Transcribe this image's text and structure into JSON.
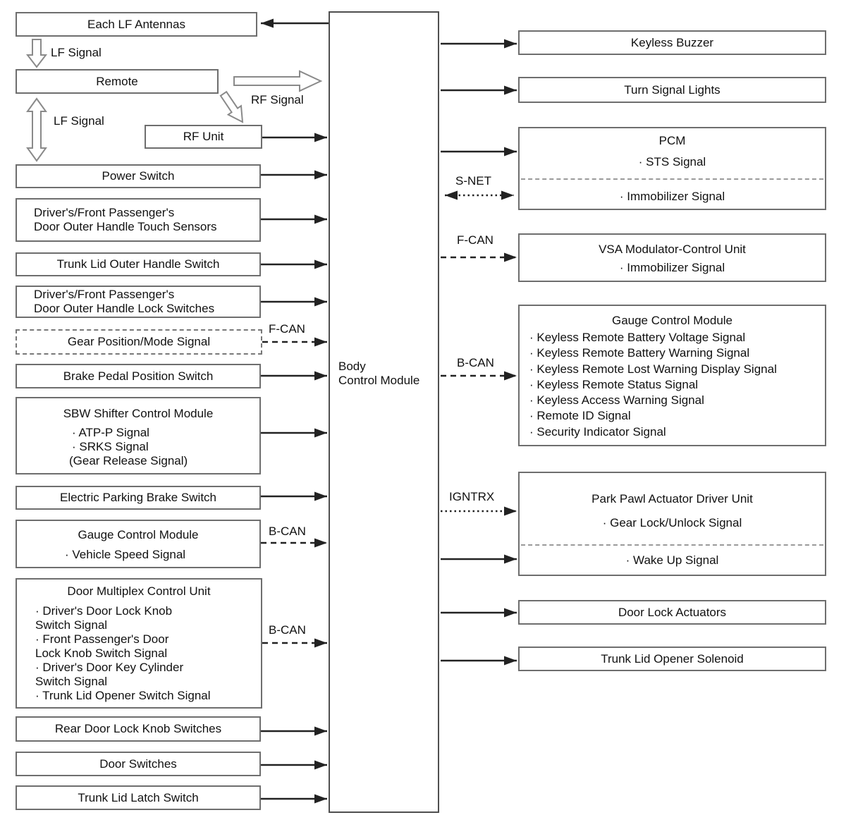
{
  "center_module": {
    "title_lines": [
      "Body",
      "Control Module"
    ]
  },
  "signal_labels": {
    "lf_signal_top": "LF Signal",
    "lf_signal_mid": "LF Signal",
    "rf_signal": "RF Signal"
  },
  "bus_labels": {
    "f_can_left": "F-CAN",
    "b_can_gauge_left": "B-CAN",
    "b_can_door": "B-CAN",
    "s_net": "S-NET",
    "f_can_right": "F-CAN",
    "b_can_right": "B-CAN",
    "igntrx": "IGNTRX"
  },
  "left_boxes": [
    {
      "title": "Each LF Antennas"
    },
    {
      "title": "Remote"
    },
    {
      "title": "RF Unit"
    },
    {
      "title": "Power Switch"
    },
    {
      "lines": [
        "Driver's/Front Passenger's",
        "Door Outer Handle Touch Sensors"
      ]
    },
    {
      "title": "Trunk Lid Outer Handle Switch"
    },
    {
      "lines": [
        "Driver's/Front Passenger's",
        "Door Outer Handle Lock Switches"
      ]
    },
    {
      "title": "Gear Position/Mode Signal"
    },
    {
      "title": "Brake Pedal Position Switch"
    },
    {
      "title": "SBW Shifter Control Module",
      "bullets": [
        "· ATP-P Signal",
        "· SRKS Signal",
        "(Gear Release Signal)"
      ]
    },
    {
      "title": "Electric Parking Brake Switch"
    },
    {
      "title": "Gauge Control Module",
      "bullets": [
        "· Vehicle Speed Signal"
      ]
    },
    {
      "title": "Door Multiplex Control Unit",
      "lines": [
        "· Driver's Door Lock Knob",
        "Switch Signal",
        "· Front Passenger's Door",
        "Lock Knob Switch Signal",
        "· Driver's Door Key Cylinder",
        "Switch Signal",
        "· Trunk Lid Opener Switch Signal"
      ]
    },
    {
      "title": "Rear Door Lock Knob Switches"
    },
    {
      "title": "Door Switches"
    },
    {
      "title": "Trunk Lid Latch Switch"
    }
  ],
  "right_boxes": [
    {
      "title": "Keyless Buzzer"
    },
    {
      "title": "Turn Signal Lights"
    },
    {
      "title": "PCM",
      "top_bullet": "· STS Signal",
      "bottom_bullet": "· Immobilizer Signal"
    },
    {
      "title": "VSA Modulator-Control Unit",
      "bullets": [
        "· Immobilizer Signal"
      ]
    },
    {
      "title": "Gauge Control Module",
      "bullets": [
        "· Keyless Remote Battery Voltage Signal",
        "· Keyless Remote Battery Warning Signal",
        "· Keyless Remote Lost Warning Display Signal",
        "· Keyless Remote Status Signal",
        "· Keyless Access Warning Signal",
        "· Remote ID Signal",
        "· Security Indicator Signal"
      ]
    },
    {
      "title": "Park Pawl Actuator Driver Unit",
      "top_bullet": "· Gear Lock/Unlock Signal",
      "bottom_bullet": "· Wake Up Signal"
    },
    {
      "title": "Door Lock Actuators"
    },
    {
      "title": "Trunk Lid Opener Solenoid"
    }
  ],
  "colors": {
    "box_border": "#6e6e6e",
    "arrow": "#222222",
    "text": "#111111",
    "internal_divider": "#9a9a9a"
  }
}
